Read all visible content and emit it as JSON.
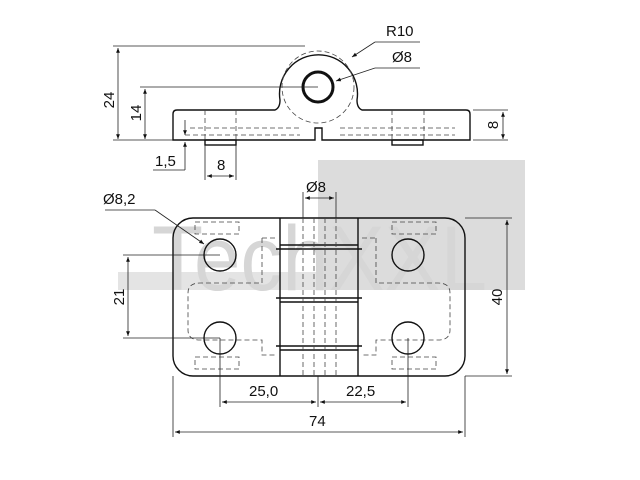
{
  "watermark": {
    "text": "TechXXL",
    "box_color": "#dcdcdc"
  },
  "side_view": {
    "dims": {
      "height_total": "24",
      "axis_height": "14",
      "plate_thickness": "8",
      "tab_offset": "1,5",
      "tab_width": "8",
      "radius": "R10",
      "pin_diameter": "Ø8"
    }
  },
  "top_view": {
    "dims": {
      "pin_diameter": "Ø8",
      "hole_diameter": "Ø8,2",
      "hole_spacing_vertical": "21",
      "width": "40",
      "left_offset": "25,0",
      "right_offset": "22,5",
      "length": "74"
    }
  }
}
